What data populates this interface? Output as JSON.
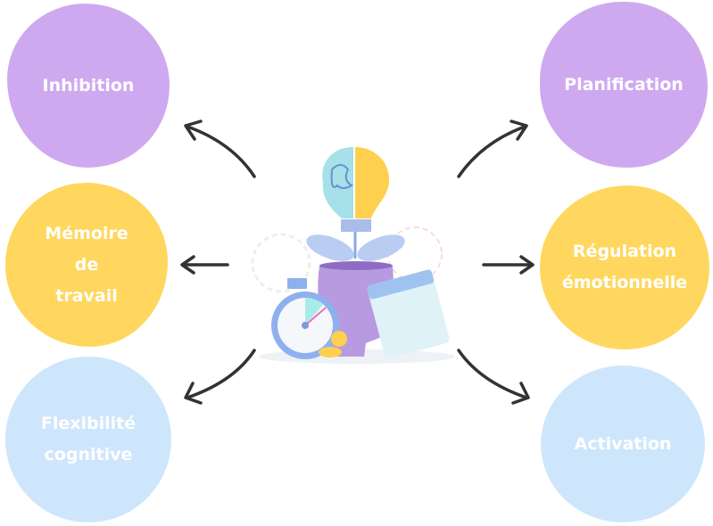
{
  "diagram": {
    "center_illustration": "head-with-brain-lightbulb-plant-stopwatch-calendar",
    "nodes": [
      {
        "id": "inhibition",
        "lines": [
          "Inhibition"
        ],
        "color": "#cfa9ef",
        "side": "left"
      },
      {
        "id": "memoire",
        "lines": [
          "Mémoire",
          "de",
          "travail"
        ],
        "color": "#ffd75e",
        "side": "left"
      },
      {
        "id": "flexibilite",
        "lines": [
          "Flexibilité",
          "cognitive"
        ],
        "color": "#cde6fc",
        "side": "left"
      },
      {
        "id": "planification",
        "lines": [
          "Planification"
        ],
        "color": "#cfa9ef",
        "side": "right"
      },
      {
        "id": "regulation",
        "lines": [
          "Régulation",
          "émotionnelle"
        ],
        "color": "#ffd75e",
        "side": "right"
      },
      {
        "id": "activation",
        "lines": [
          "Activation"
        ],
        "color": "#cde6fc",
        "side": "right"
      }
    ],
    "arrow_color": "#333333"
  }
}
